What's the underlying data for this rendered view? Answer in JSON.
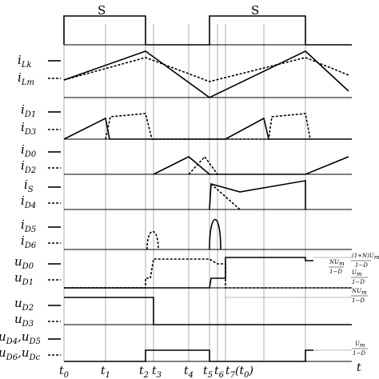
{
  "switch": {
    "label_1": "S",
    "label_2": "S"
  },
  "channels": {
    "iLk": {
      "base": "i",
      "sub": "Lk"
    },
    "iLm": {
      "base": "i",
      "sub": "Lm"
    },
    "iD1": {
      "base": "i",
      "sub": "D1"
    },
    "iD3": {
      "base": "i",
      "sub": "D3"
    },
    "iD0": {
      "base": "i",
      "sub": "D0"
    },
    "iD2": {
      "base": "i",
      "sub": "D2"
    },
    "iS": {
      "base": "i",
      "sub": "S"
    },
    "iD4": {
      "base": "i",
      "sub": "D4"
    },
    "iD5": {
      "base": "i",
      "sub": "D5"
    },
    "iD6": {
      "base": "i",
      "sub": "D6"
    },
    "uD0": {
      "base": "u",
      "sub": "D0"
    },
    "uD1": {
      "base": "u",
      "sub": "D1"
    },
    "uD2": {
      "base": "u",
      "sub": "D2"
    },
    "uD3": {
      "base": "u",
      "sub": "D3"
    },
    "uD4D5": {
      "base": "u",
      "sub": "D4",
      "sep": ",",
      "base2": "u",
      "sub2": "D5"
    },
    "uD6Dc": {
      "base": "u",
      "sub": "D6",
      "sep": ",",
      "base2": "u",
      "sub2": "Dc"
    }
  },
  "annotations": {
    "uD0_level": {
      "numer": "(1+N)U",
      "numer_sub": "m",
      "denom": "1−D"
    },
    "uD1_level_a": {
      "numer": "NU",
      "numer_sub": "m",
      "denom": "1−D"
    },
    "uD1_level_b": {
      "numer": "U",
      "numer_sub": "m",
      "denom": "1−D"
    },
    "uD2_level": {
      "numer": "NU",
      "numer_sub": "m",
      "denom": "1−D"
    },
    "uD6_level": {
      "numer": "U",
      "numer_sub": "m",
      "denom": "1−D"
    }
  },
  "time_axis": {
    "label": "t",
    "ticks": [
      {
        "base": "t",
        "sub": "0"
      },
      {
        "base": "t",
        "sub": "1"
      },
      {
        "base": "t",
        "sub": "2"
      },
      {
        "base": "t",
        "sub": "3"
      },
      {
        "base": "t",
        "sub": "4"
      },
      {
        "base": "t",
        "sub": "5"
      },
      {
        "base": "t",
        "sub": "6"
      },
      {
        "base": "t",
        "sub": "7",
        "suffix_open": "(",
        "suffix_base": "t",
        "suffix_sub": "0",
        "suffix_close": ")"
      }
    ]
  }
}
